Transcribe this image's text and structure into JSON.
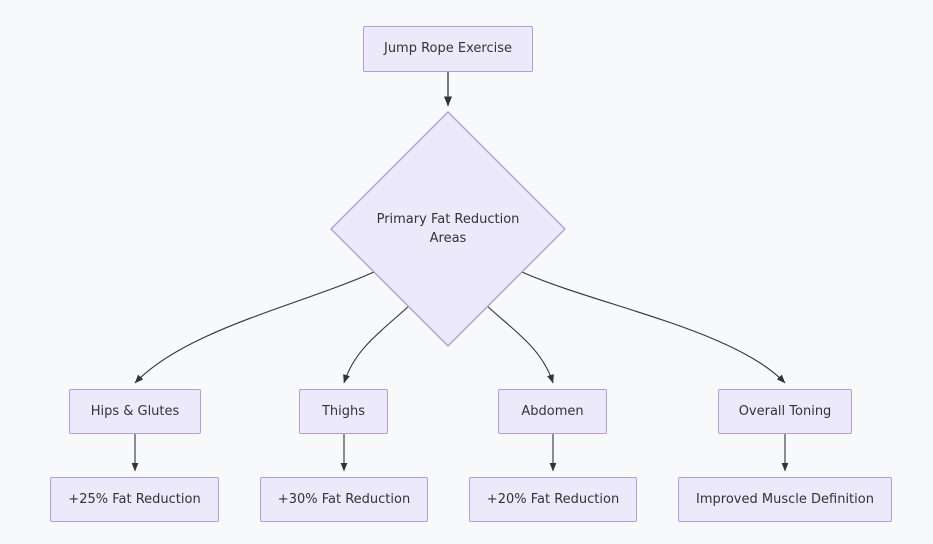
{
  "diagram": {
    "type": "flowchart",
    "direction": "top-down",
    "background_color": "#f7f9fb",
    "node_fill_color": "#ece9fb",
    "node_border_color": "#b39ddb",
    "node_text_color": "#333333",
    "edge_color": "#333333",
    "root": {
      "id": "jump-rope-exercise",
      "label": "Jump Rope Exercise",
      "shape": "rectangle"
    },
    "decision": {
      "id": "primary-fat-reduction-areas",
      "label": "Primary Fat Reduction Areas",
      "label_line1": "Primary Fat Reduction",
      "label_line2": "Areas",
      "shape": "diamond"
    },
    "areas": [
      {
        "id": "hips-glutes",
        "label": "Hips & Glutes",
        "shape": "rectangle",
        "outcome": {
          "id": "hips-glutes-outcome",
          "label": "+25% Fat Reduction",
          "shape": "rectangle",
          "metric": "+25%",
          "metric_type": "Fat Reduction"
        }
      },
      {
        "id": "thighs",
        "label": "Thighs",
        "shape": "rectangle",
        "outcome": {
          "id": "thighs-outcome",
          "label": "+30% Fat Reduction",
          "shape": "rectangle",
          "metric": "+30%",
          "metric_type": "Fat Reduction"
        }
      },
      {
        "id": "abdomen",
        "label": "Abdomen",
        "shape": "rectangle",
        "outcome": {
          "id": "abdomen-outcome",
          "label": "+20% Fat Reduction",
          "shape": "rectangle",
          "metric": "+20%",
          "metric_type": "Fat Reduction"
        }
      },
      {
        "id": "overall-toning",
        "label": "Overall Toning",
        "shape": "rectangle",
        "outcome": {
          "id": "overall-toning-outcome",
          "label": "Improved Muscle Definition",
          "shape": "rectangle",
          "metric": "",
          "metric_type": "Muscle Definition"
        }
      }
    ]
  }
}
